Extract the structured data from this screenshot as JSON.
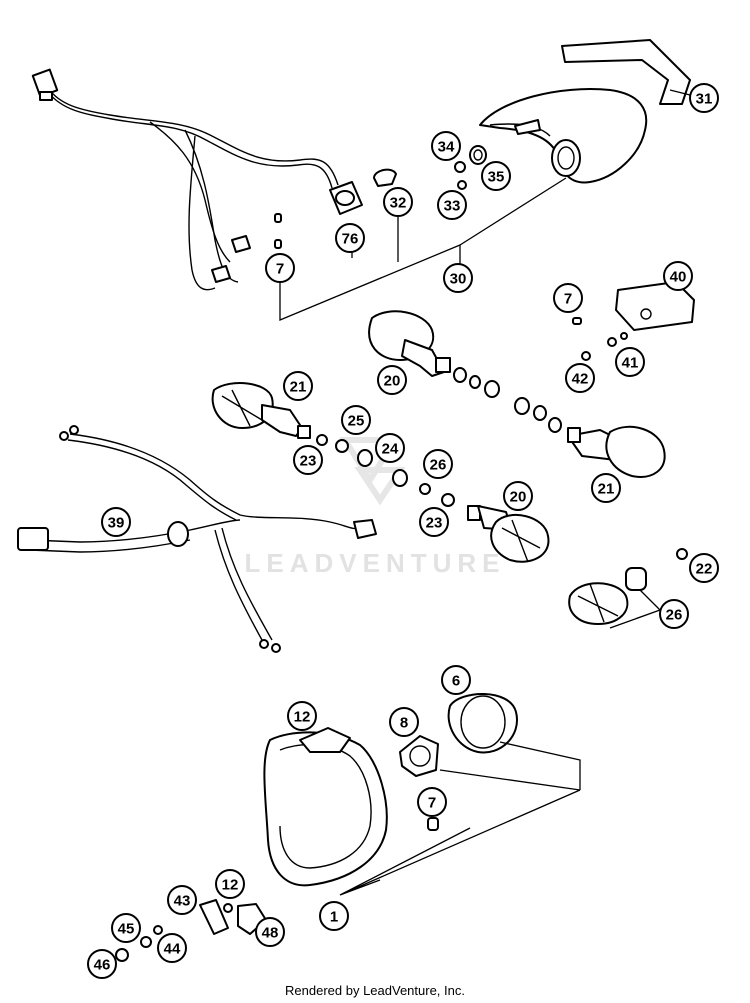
{
  "watermark": "LEADVENTURE",
  "footer": "Rendered by LeadVenture, Inc.",
  "callouts": [
    {
      "id": "31"
    },
    {
      "id": "34"
    },
    {
      "id": "35"
    },
    {
      "id": "33"
    },
    {
      "id": "32"
    },
    {
      "id": "76"
    },
    {
      "id": "7"
    },
    {
      "id": "30"
    },
    {
      "id": "40"
    },
    {
      "id": "7"
    },
    {
      "id": "41"
    },
    {
      "id": "42"
    },
    {
      "id": "20"
    },
    {
      "id": "21"
    },
    {
      "id": "25"
    },
    {
      "id": "24"
    },
    {
      "id": "23"
    },
    {
      "id": "26"
    },
    {
      "id": "23"
    },
    {
      "id": "20"
    },
    {
      "id": "21"
    },
    {
      "id": "39"
    },
    {
      "id": "22"
    },
    {
      "id": "26"
    },
    {
      "id": "6"
    },
    {
      "id": "12"
    },
    {
      "id": "8"
    },
    {
      "id": "7"
    },
    {
      "id": "12"
    },
    {
      "id": "43"
    },
    {
      "id": "45"
    },
    {
      "id": "44"
    },
    {
      "id": "48"
    },
    {
      "id": "46"
    },
    {
      "id": "1"
    }
  ]
}
